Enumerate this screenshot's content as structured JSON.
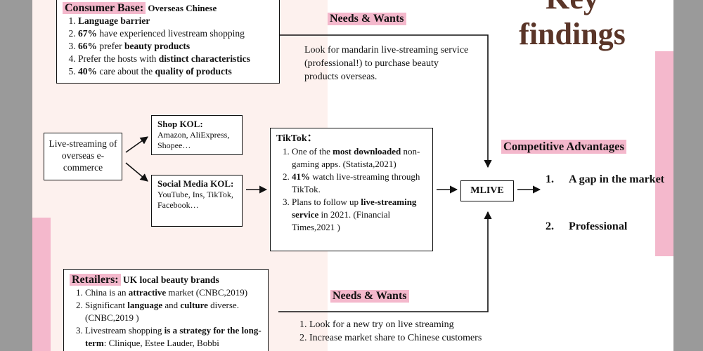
{
  "title": {
    "line1": "Key",
    "line2": "findings"
  },
  "consumer": {
    "label": "Consumer Base:",
    "subject": "Overseas Chinese",
    "items": [
      {
        "pre": "",
        "bold": "Language barrier",
        "post": ""
      },
      {
        "pre": "",
        "bold": "67%",
        "post": " have experienced livestream shopping"
      },
      {
        "pre": "",
        "bold": "66%",
        "post": " prefer ",
        "bold2": "beauty products"
      },
      {
        "pre": "Prefer the hosts with ",
        "bold": "distinct characteristics",
        "post": ""
      },
      {
        "pre": "",
        "bold": "40%",
        "post": " care about the ",
        "bold2": "quality of products"
      }
    ]
  },
  "needs_top": {
    "label": "Needs & Wants",
    "text": "Look for mandarin live-streaming service (professional!) to purchase beauty products overseas."
  },
  "overseas": {
    "text": "Live-streaming of overseas e-commerce"
  },
  "shop_kol": {
    "title": "Shop KOL:",
    "text": "Amazon, AliExpress, Shopee…"
  },
  "social_kol": {
    "title": "Social Media KOL:",
    "text": "YouTube, Ins, TikTok, Facebook…"
  },
  "tiktok": {
    "title": "TikTok：",
    "items": [
      {
        "pre": "One of the ",
        "bold": "most downloaded",
        "post": " non-gaming apps. (Statista,2021)"
      },
      {
        "pre": "",
        "bold": "41%",
        "post": " watch live-streaming through TikTok."
      },
      {
        "pre": "Plans to follow up ",
        "bold": "live-streaming service",
        "post": " in 2021. (Financial Times,2021 )"
      }
    ]
  },
  "mlive": {
    "label": "MLIVE"
  },
  "advantages": {
    "label": "Competitive Advantages",
    "items": [
      "A gap in the market",
      "Professional"
    ]
  },
  "retailers": {
    "label": "Retailers:",
    "subject": "UK local beauty brands",
    "items": [
      {
        "pre": "China is an ",
        "bold": "attractive",
        "post": " market (CNBC,2019)"
      },
      {
        "pre": "Significant ",
        "bold": "language",
        "mid": " and ",
        "bold2": "culture",
        "post": " diverse. (CNBC,2019 )"
      },
      {
        "pre": "Livestream shopping ",
        "bold": "is a strategy for the long-term",
        "post": ": Clinique, Estee Lauder, Bobbi"
      }
    ]
  },
  "needs_bottom": {
    "label": "Needs & Wants",
    "items": [
      "Look for a new try on live streaming",
      "Increase market share to Chinese customers"
    ]
  }
}
